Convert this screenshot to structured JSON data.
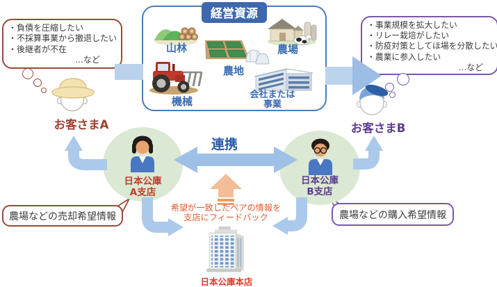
{
  "colors": {
    "accent_blue": "#3e68ae",
    "box_border_blue": "#4a7ab8",
    "arrow_light_blue": "#abc9ea",
    "circle_green": "#dbe8d3",
    "customer_a_brown": "#9a4030",
    "customer_b_purple": "#5b3c8e",
    "branch_a_red": "#c23a2a",
    "feedback_orange": "#e55c2c"
  },
  "left_needs": {
    "items": [
      "負債を圧縮したい",
      "不採算事業から撤退したい",
      "後継者が不在"
    ],
    "etc_label": "…など"
  },
  "right_needs": {
    "items": [
      "事業規模を拡大したい",
      "リレー栽培がしたい",
      "防疫対策としてほ場を分散したい",
      "農業に参入したい"
    ],
    "etc_label": "…など"
  },
  "resources": {
    "title": "経営資源",
    "forest_label": "山林",
    "farmland_label": "農地",
    "farm_label": "農場",
    "machine_label": "機械",
    "company_label_line1": "会社または",
    "company_label_line2": "事業"
  },
  "customer_a_label": "お客さまA",
  "customer_b_label": "お客さまB",
  "branch_a": {
    "line1": "日本公庫",
    "line2": "A支店"
  },
  "branch_b": {
    "line1": "日本公庫",
    "line2": "B支店"
  },
  "cooperation_label": "連携",
  "feedback": {
    "line1": "希望が一致したペアの情報を",
    "line2": "支店にフィードバック"
  },
  "head_office_label": "日本公庫本店",
  "sell_bubble_label": "農場などの売却希望情報",
  "buy_bubble_label": "農場などの購入希望情報"
}
